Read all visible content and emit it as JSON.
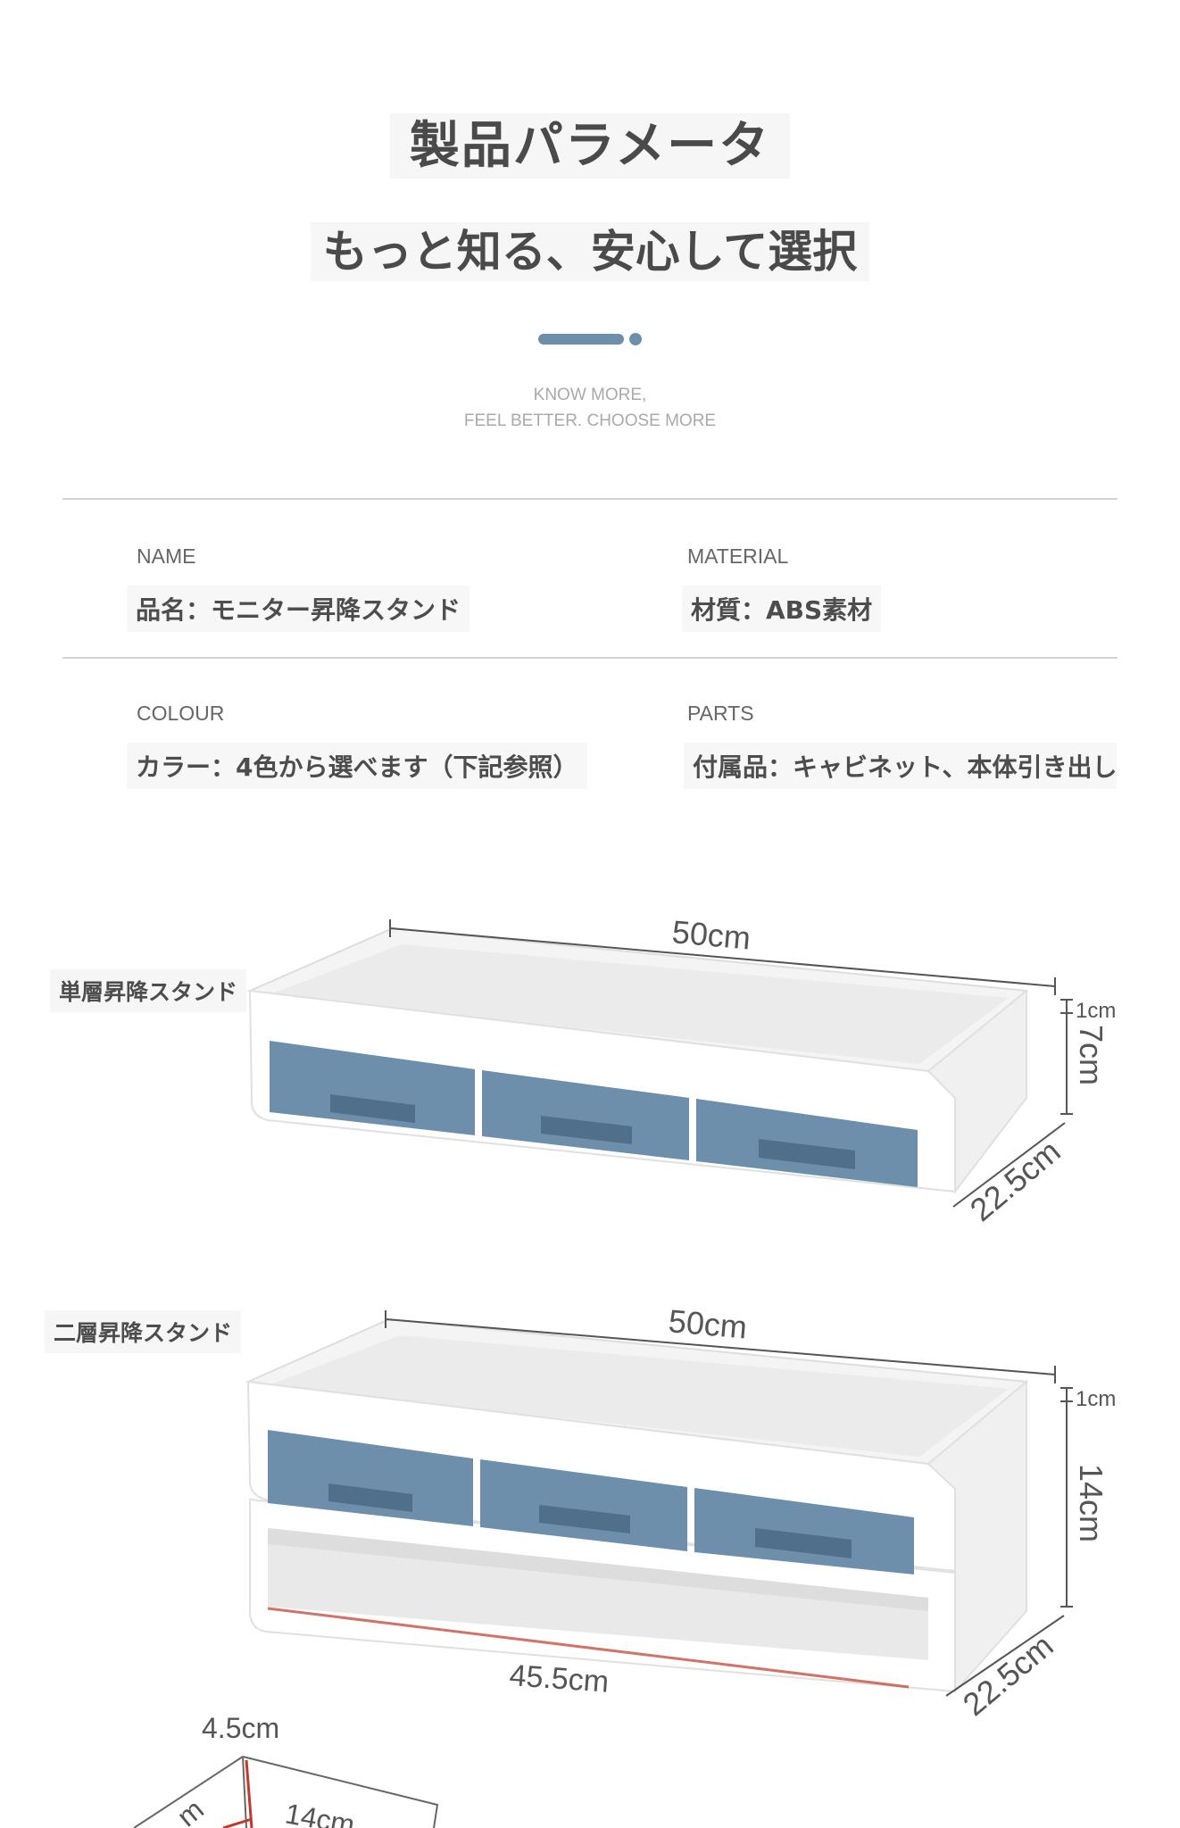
{
  "header": {
    "title": "製品パラメータ",
    "subtitle": "もっと知る、安心して選択",
    "english_line1": "KNOW MORE,",
    "english_line2": "FEEL BETTER. CHOOSE MORE",
    "accent_color": "#6e8fab"
  },
  "specs": {
    "name_label": "NAME",
    "name_value": "品名：モニター昇降スタンド",
    "material_label": "MATERIAL",
    "material_value": "材質：ABS素材",
    "colour_label": "COLOUR",
    "colour_value": "カラー：4色から選べます（下記参照）",
    "parts_label": "PARTS",
    "parts_value": "付属品：キャビネット、本体引き出し"
  },
  "diagrams": {
    "single": {
      "caption": "単層昇降スタンド",
      "width": "50cm",
      "top_thickness": "1cm",
      "height": "7cm",
      "depth": "22.5cm"
    },
    "double": {
      "caption": "二層昇降スタンド",
      "width": "50cm",
      "top_thickness": "1cm",
      "height": "14cm",
      "depth": "22.5cm",
      "inner_width": "45.5cm"
    },
    "detail": {
      "dim_a": "4.5cm",
      "dim_b": "14cm",
      "dim_c": "m"
    },
    "drawer_color": "#6e8fab"
  }
}
